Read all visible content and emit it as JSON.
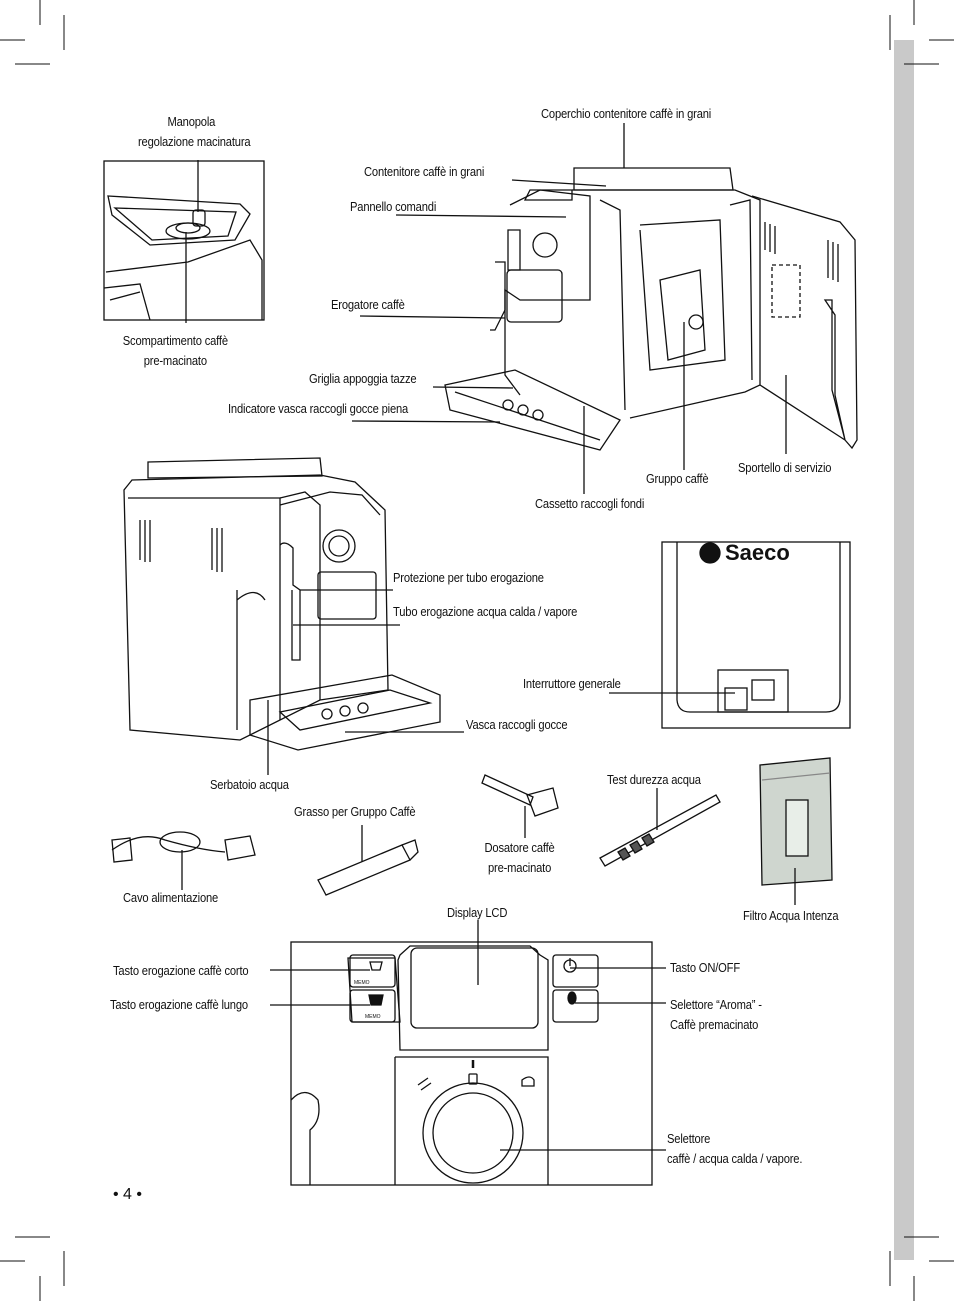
{
  "page": {
    "number": "• 4 •",
    "accent_color": "#c9c9c9"
  },
  "labels": {
    "manopola_1": "Manopola",
    "manopola_2": "regolazione macinatura",
    "scompartimento_1": "Scompartimento caffè",
    "scompartimento_2": "pre-macinato",
    "coperchio": "Coperchio contenitore caffè in grani",
    "contenitore": "Contenitore caffè in grani",
    "pannello": "Pannello comandi",
    "erogatore": "Erogatore caffè",
    "griglia": "Griglia appoggia tazze",
    "indicatore": "Indicatore vasca raccogli gocce piena",
    "gruppo": "Gruppo caffè",
    "sportello": "Sportello di servizio",
    "cassetto": "Cassetto raccogli fondi",
    "protezione": "Protezione per tubo erogazione",
    "tubo": "Tubo erogazione acqua calda / vapore",
    "interruttore": "Interruttore generale",
    "vasca": "Vasca raccogli gocce",
    "serbatoio": "Serbatoio acqua",
    "grasso": "Grasso per Gruppo Caffè",
    "dosatore_1": "Dosatore caffè",
    "dosatore_2": "pre-macinato",
    "test": "Test durezza acqua",
    "cavo": "Cavo alimentazione",
    "filtro": "Filtro Acqua Intenza",
    "display": "Display LCD",
    "tasto_corto": "Tasto erogazione caffè corto",
    "tasto_lungo": "Tasto erogazione caffè lungo",
    "tasto_onoff": "Tasto ON/OFF",
    "aroma_1": "Selettore “Aroma” -",
    "aroma_2": "Caffè premacinato",
    "selettore_1": "Selettore",
    "selettore_2": "caffè / acqua calda / vapore."
  },
  "artwork": {
    "brand_logo": "Saeco",
    "memo_label": "MEMO"
  }
}
